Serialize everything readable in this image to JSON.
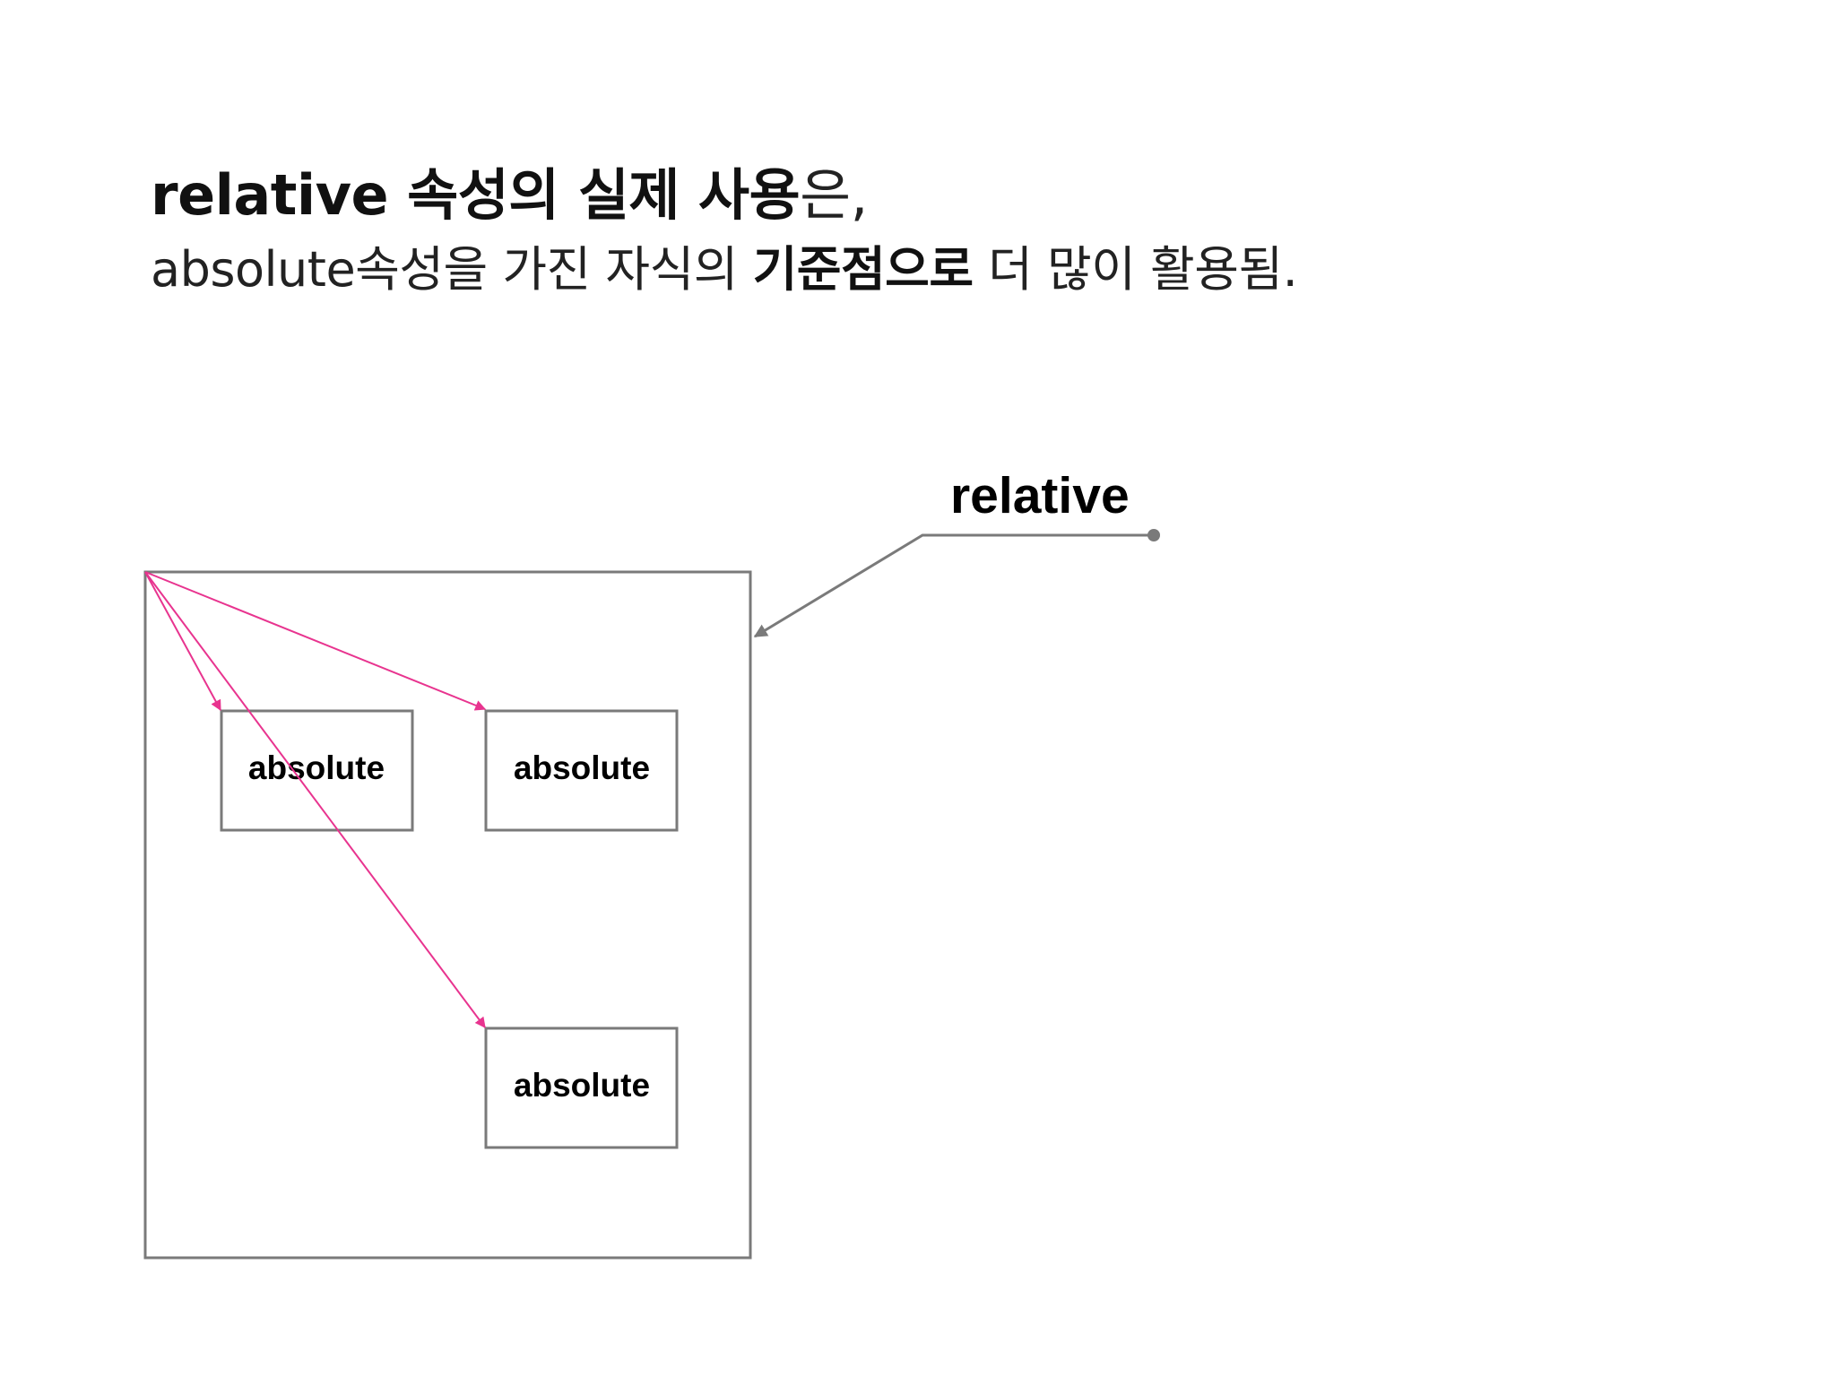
{
  "heading": {
    "line1": {
      "bold": "relative 속성의 실제 사용",
      "regular": "은,"
    },
    "line2": {
      "before": "absolute속성을 가진 자식의 ",
      "bold": "기준점으로",
      "after": " 더 많이 활용됨."
    }
  },
  "diagram": {
    "parent_label": "relative",
    "child_labels": [
      "absolute",
      "absolute",
      "absolute"
    ],
    "colors": {
      "box_stroke": "#7a7a7a",
      "pointer": "#7a7a7a",
      "arrows": "#e8348f"
    }
  }
}
